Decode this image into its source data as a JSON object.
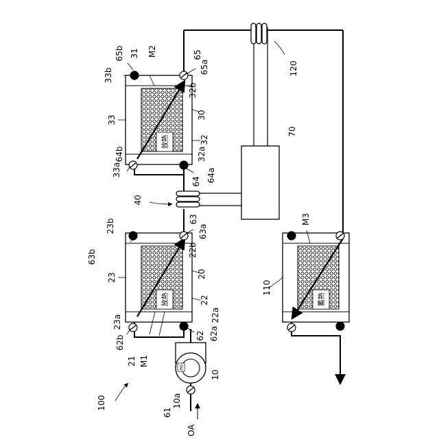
{
  "system": {
    "ref": "100"
  },
  "fan": {
    "ref": "10",
    "valve_ref": "10a",
    "label": "INV"
  },
  "inlet": {
    "text": "OA",
    "pipe_ref": "61"
  },
  "pipes": {
    "p62": "62",
    "p62a": "62a",
    "p62b": "62b",
    "p63": "63",
    "p63a": "63a",
    "p63b": "63b",
    "p64": "64",
    "p64a": "64a",
    "p64b": "64b",
    "p65": "65",
    "p65a": "65a",
    "p65b": "65b"
  },
  "unit1": {
    "ref": "20",
    "outer": "23",
    "inner": "22",
    "block": "21",
    "material": "M1",
    "a": "22a",
    "b": "22b",
    "c": "23a",
    "d": "23b",
    "mode": "放熱"
  },
  "unit2": {
    "ref": "30",
    "outer": "33",
    "inner": "32",
    "block": "31",
    "material": "M2",
    "a": "32a",
    "b": "32b",
    "c": "33a",
    "d": "33b",
    "mode": "放熱"
  },
  "unit3": {
    "ref": "110",
    "material": "M3",
    "mode": "蓄熱"
  },
  "exchanger1": {
    "ref": "40"
  },
  "exchanger2": {
    "ref": "120"
  },
  "controller": {
    "ref": "70"
  }
}
